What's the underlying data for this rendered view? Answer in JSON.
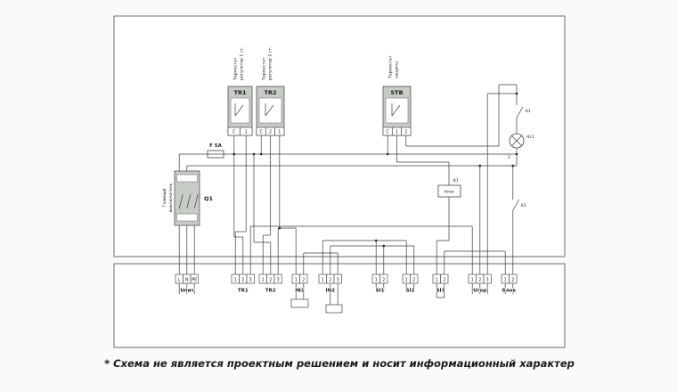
{
  "footer": {
    "note": "* Схема не является проектным решением и носит информационный характер"
  },
  "schematic": {
    "components": {
      "q1": {
        "ref": "Q1",
        "caption_line1": "Главный",
        "caption_line2": "выключатель"
      },
      "fuse": {
        "ref": "F 5A"
      },
      "tr1": {
        "ref": "TR1",
        "caption_line1": "Термостат",
        "caption_line2": "регулятор 1 ст.",
        "t1": "C",
        "t2": "1"
      },
      "tr2": {
        "ref": "TR2",
        "caption_line1": "Термостат",
        "caption_line2": "регулятор 2 ст.",
        "t1": "C",
        "t2": "2",
        "t3": "1"
      },
      "stb": {
        "ref": "STB",
        "caption_line1": "Термостат",
        "caption_line2": "защиты",
        "t1": "C",
        "t2": "1",
        "t3": "2"
      },
      "k1_upper": {
        "ref": "K1"
      },
      "hl1": {
        "ref": "HL1",
        "pin": "2"
      },
      "k1_coil": {
        "ref": "K1"
      },
      "blok_box": {
        "ref": "блок"
      },
      "k1_lower": {
        "ref": "K1"
      }
    },
    "terminal_strip": {
      "upit": {
        "label": "Uпит",
        "t1": "L",
        "t2": "N",
        "t3": "PE"
      },
      "tr1": {
        "label": "TR1",
        "t1": "1",
        "t2": "2",
        "t3": "3"
      },
      "tr2": {
        "label": "TR2",
        "t1": "1",
        "t2": "2",
        "t3": "3"
      },
      "in1": {
        "label": "IN1",
        "t1": "1",
        "t2": "2"
      },
      "in2": {
        "label": "IN2",
        "t1": "1",
        "t2": "2",
        "t3": "3"
      },
      "si1": {
        "label": "SI1",
        "t1": "1",
        "t2": "2"
      },
      "si2": {
        "label": "SI2",
        "t1": "1",
        "t2": "2"
      },
      "si3": {
        "label": "SI3",
        "t1": "1",
        "t2": "2"
      },
      "ugor": {
        "label": "Uгор",
        "t1": "1",
        "t2": "2",
        "t3": "3"
      },
      "blok": {
        "label": "блок",
        "t1": "1",
        "t2": "2"
      }
    }
  }
}
